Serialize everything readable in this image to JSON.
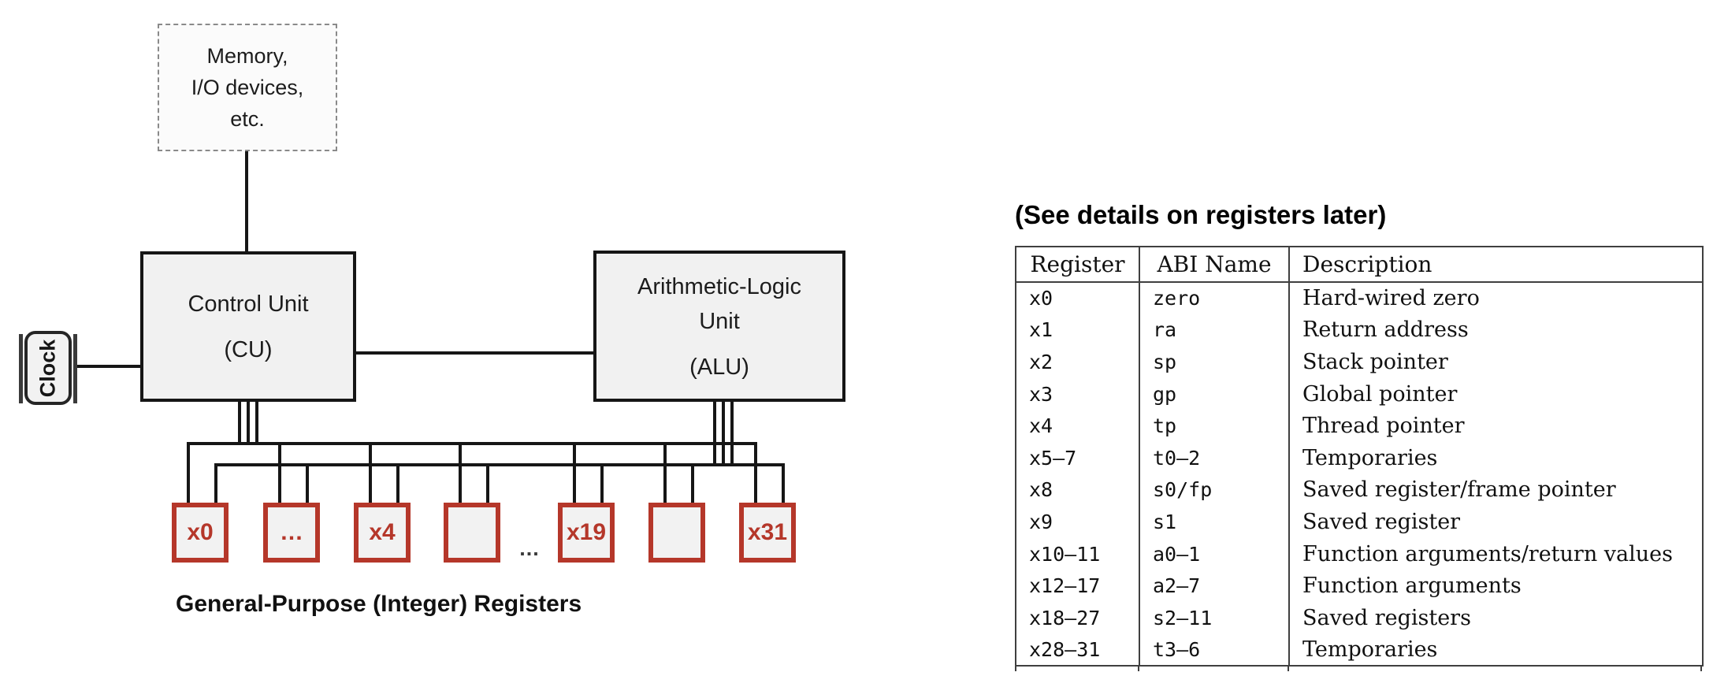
{
  "diagram": {
    "memory_box": {
      "lines": [
        "Memory,",
        "I/O devices,",
        "etc."
      ]
    },
    "clock": {
      "label": "Clock"
    },
    "control_unit": {
      "title": "Control Unit",
      "abbrev": "(CU)"
    },
    "alu": {
      "title": "Arithmetic-Logic Unit",
      "abbrev": "(ALU)"
    },
    "registers": {
      "boxes": [
        "x0",
        "…",
        "x4",
        "",
        "x19",
        "",
        "x31"
      ],
      "gap_ellipsis": "...",
      "caption": "General-Purpose (Integer) Registers"
    },
    "colors": {
      "register_accent": "#b5372a",
      "line_color": "#161616",
      "box_fill": "#f1f1f1"
    }
  },
  "registers_panel": {
    "note": "(See details on registers later)",
    "table": {
      "headers": [
        "Register",
        "ABI Name",
        "Description"
      ],
      "rows": [
        [
          "x0",
          "zero",
          "Hard-wired zero"
        ],
        [
          "x1",
          "ra",
          "Return address"
        ],
        [
          "x2",
          "sp",
          "Stack pointer"
        ],
        [
          "x3",
          "gp",
          "Global pointer"
        ],
        [
          "x4",
          "tp",
          "Thread pointer"
        ],
        [
          "x5–7",
          "t0–2",
          "Temporaries"
        ],
        [
          "x8",
          "s0/fp",
          "Saved register/frame pointer"
        ],
        [
          "x9",
          "s1",
          "Saved register"
        ],
        [
          "x10–11",
          "a0–1",
          "Function arguments/return values"
        ],
        [
          "x12–17",
          "a2–7",
          "Function arguments"
        ],
        [
          "x18–27",
          "s2–11",
          "Saved registers"
        ],
        [
          "x28–31",
          "t3–6",
          "Temporaries"
        ]
      ]
    }
  }
}
